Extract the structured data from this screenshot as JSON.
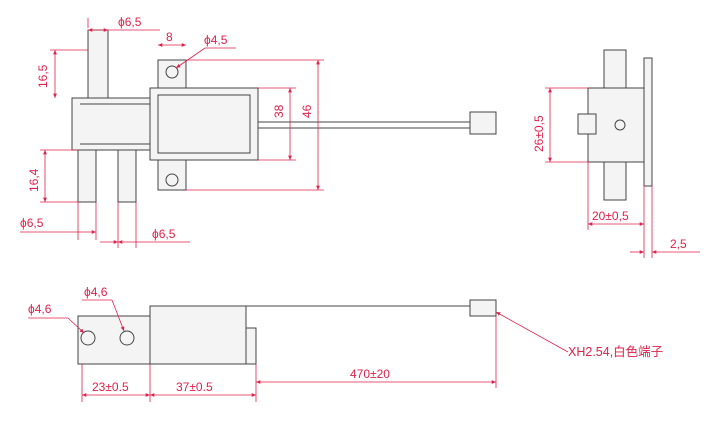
{
  "colors": {
    "dimension": "#e0204a",
    "outline": "#444444",
    "background": "#ffffff"
  },
  "top_view": {
    "dim_post_dia": "ϕ6,5",
    "dim_flange_width": "8",
    "dim_hole_dia": "ϕ4,5",
    "dim_post_top": "16,5",
    "dim_coil_height": "38",
    "dim_flange_height": "46",
    "dim_post_bottom": "16,4",
    "dim_post_left_dia": "ϕ6,5",
    "dim_post_right_dia": "ϕ6,5"
  },
  "side_view": {
    "dim_height": "26±0,5",
    "dim_width": "20±0,5",
    "dim_plate": "2,5"
  },
  "front_view": {
    "dim_hole_left": "ϕ4,6",
    "dim_hole_right": "ϕ4,6",
    "dim_offset_1": "23±0.5",
    "dim_offset_2": "37±0.5",
    "dim_wire_length": "470±20",
    "connector_note": "XH2.54,白色端子"
  }
}
